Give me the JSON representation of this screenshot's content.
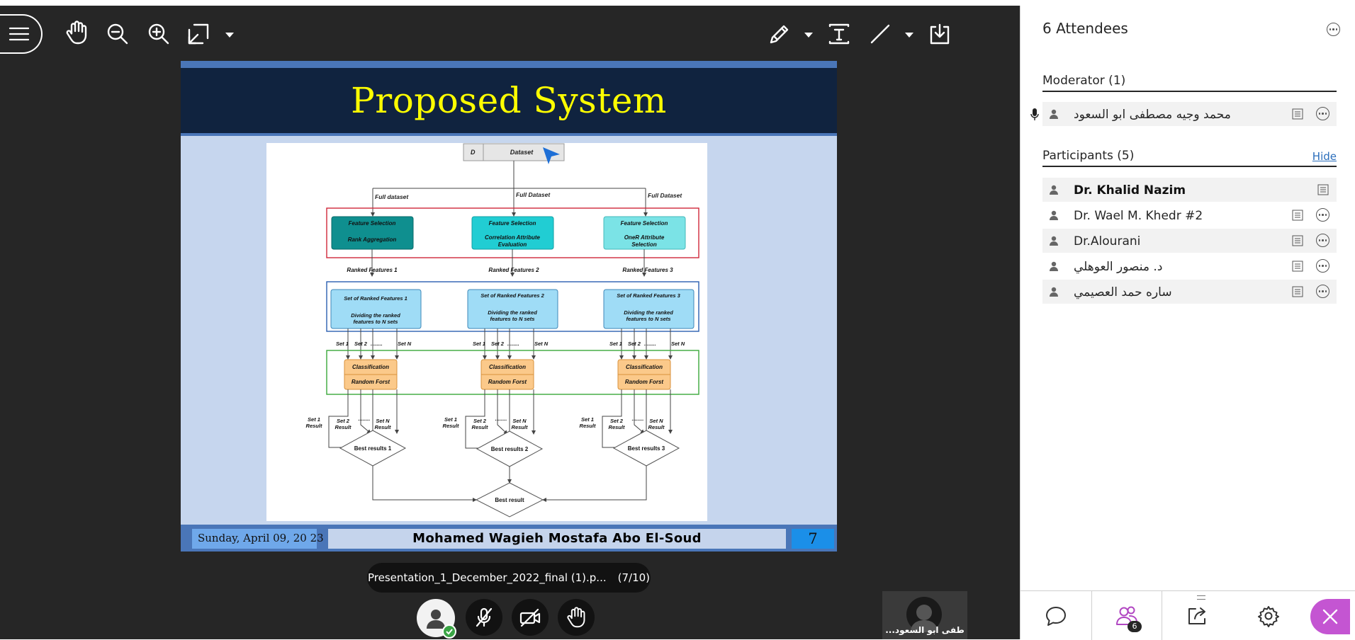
{
  "toolbar": {
    "icons": [
      "menu-icon",
      "hand-icon",
      "zoom-out-icon",
      "zoom-in-icon",
      "fit-screen-icon",
      "pen-icon",
      "text-tool-icon",
      "line-tool-icon",
      "download-icon"
    ]
  },
  "slide": {
    "title": "Proposed System",
    "footer_date": "Sunday, April 09, 20 23",
    "footer_author": "Mohamed Wagieh Mostafa Abo El-Soud",
    "footer_page": "7",
    "diagram": {
      "top_left_label": "D",
      "dataset_label": "Dataset",
      "branch_labels": [
        "Full dataset",
        "Full Dataset",
        "Full Dataset"
      ],
      "feature_selection": [
        {
          "title": "Feature Selection",
          "method": "Rank Aggregation"
        },
        {
          "title": "Feature Selection",
          "method": "Correlation Attribute Evaluation"
        },
        {
          "title": "Feature Selection",
          "method": "OneR Attribute Selection"
        }
      ],
      "ranked_labels": [
        "Ranked Features 1",
        "Ranked Features 2",
        "Ranked Features 3"
      ],
      "ranked_sets": [
        {
          "title": "Set of Ranked Features 1",
          "desc": "Dividing the ranked features to N sets"
        },
        {
          "title": "Set of Ranked Features 2",
          "desc": "Dividing the ranked features to N sets"
        },
        {
          "title": "Set of Ranked Features 3",
          "desc": "Dividing the ranked features to N sets"
        }
      ],
      "set_labels": [
        "Set 1",
        "Set 2",
        "........",
        "Set N"
      ],
      "classification": {
        "title": "Classification",
        "method": "Random Forst"
      },
      "result_labels": [
        "Set 1 Result",
        "Set 2 Result",
        "........",
        "Set N Result"
      ],
      "best_results": [
        "Best results 1",
        "Best results 2",
        "Best results 3"
      ],
      "final": "Best result"
    }
  },
  "file": {
    "name": "Presentation_1_December_2022_final (1).p...",
    "pages": "(7/10)"
  },
  "speaker": {
    "name": "...طفى ابو السعود"
  },
  "panel": {
    "title": "6 Attendees",
    "moderator_header": "Moderator (1)",
    "moderator": "محمد وجيه مصطفى ابو السعود",
    "participants_header": "Participants (5)",
    "hide_label": "Hide",
    "participants": [
      "Dr. Khalid Nazim",
      "Dr. Wael M. Khedr #2",
      "Dr.Alourani",
      "د. منصور العوهلي",
      "ساره حمد العصيمي"
    ],
    "people_count": "6"
  },
  "colors": {
    "stage": "#262626",
    "slide_header": "#10233f",
    "slide_title": "#ffff00",
    "accent_close": "#c455d2",
    "link": "#2a6dbb"
  }
}
